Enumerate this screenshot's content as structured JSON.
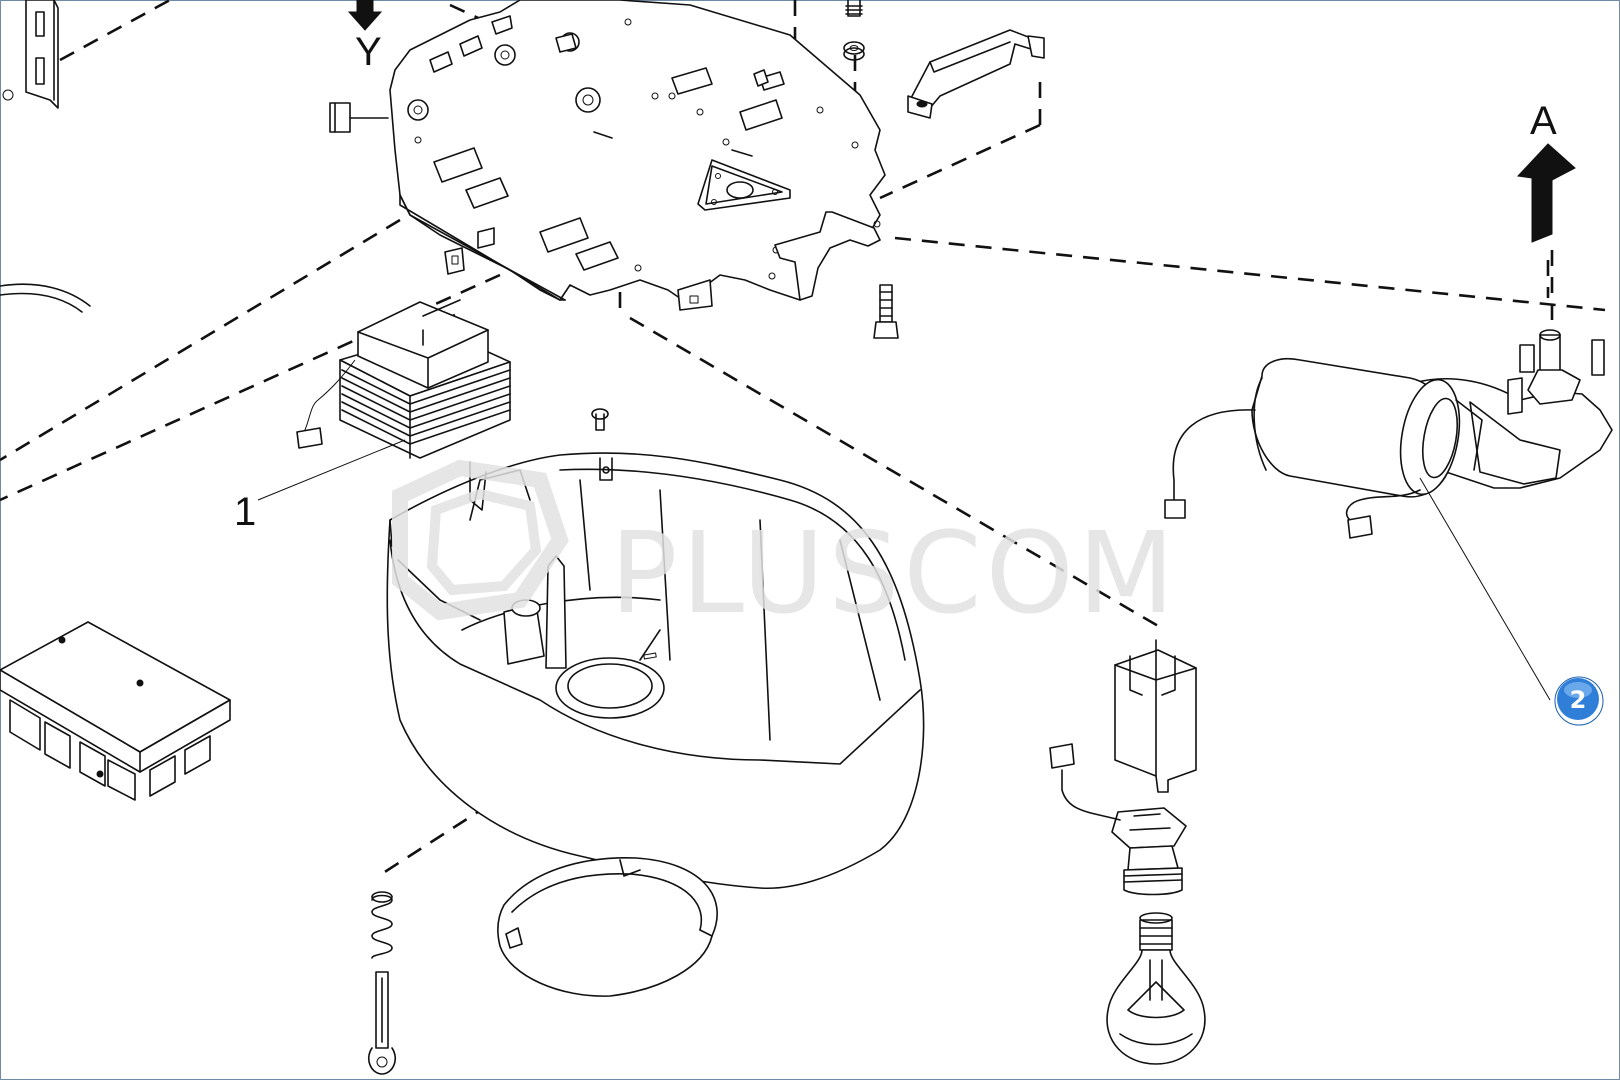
{
  "diagram": {
    "labels": {
      "y_axis": "Y",
      "a_axis": "A",
      "part_1": "1",
      "part_2": "2"
    },
    "watermark": "PLUSCOM",
    "colors": {
      "line": "#111111",
      "frame_border": "#6f8aa5",
      "badge": "#2f7fd8",
      "watermark": "#e2e2e2"
    }
  }
}
